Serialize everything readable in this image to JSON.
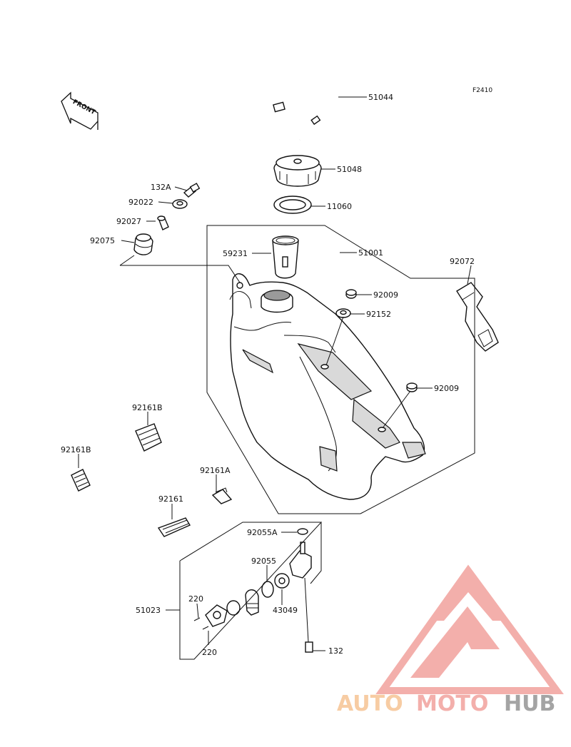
{
  "figure_code": "F2410",
  "front_label": "FRONT",
  "parts": [
    {
      "id": "p51044",
      "number": "51044"
    },
    {
      "id": "p51048",
      "number": "51048"
    },
    {
      "id": "p11060",
      "number": "11060"
    },
    {
      "id": "p59231",
      "number": "59231"
    },
    {
      "id": "p51001",
      "number": "51001"
    },
    {
      "id": "p132A",
      "number": "132A"
    },
    {
      "id": "p92022",
      "number": "92022"
    },
    {
      "id": "p92027",
      "number": "92027"
    },
    {
      "id": "p92075",
      "number": "92075"
    },
    {
      "id": "p92072",
      "number": "92072"
    },
    {
      "id": "p92009a",
      "number": "92009"
    },
    {
      "id": "p92152",
      "number": "92152"
    },
    {
      "id": "p92009b",
      "number": "92009"
    },
    {
      "id": "p92161B_a",
      "number": "92161B"
    },
    {
      "id": "p92161B_b",
      "number": "92161B"
    },
    {
      "id": "p92161A",
      "number": "92161A"
    },
    {
      "id": "p92161",
      "number": "92161"
    },
    {
      "id": "p92055A",
      "number": "92055A"
    },
    {
      "id": "p92055",
      "number": "92055"
    },
    {
      "id": "p43049",
      "number": "43049"
    },
    {
      "id": "p220a",
      "number": "220"
    },
    {
      "id": "p220b",
      "number": "220"
    },
    {
      "id": "p51023",
      "number": "51023"
    },
    {
      "id": "p132",
      "number": "132"
    }
  ],
  "watermark": {
    "part1": "AUTO",
    "part2": "MOTO",
    "part3": "HUB",
    "color_auto": "#f7c79a",
    "color_moto": "#f2a7a2",
    "color_hub": "#9b9b9b",
    "logo_color": "#f2a7a2"
  }
}
